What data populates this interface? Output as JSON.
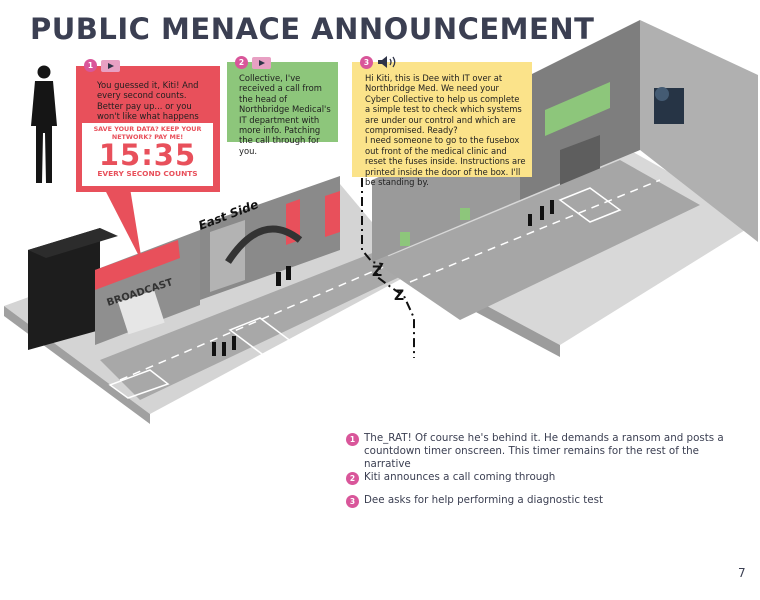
{
  "page": {
    "title": "PUBLIC MENACE ANNOUNCEMENT",
    "page_number": "7"
  },
  "map": {
    "district_label": "East Side",
    "sign_text": "BROADCAST"
  },
  "callouts": [
    {
      "step": "1",
      "media_icon": "play-icon",
      "color": "#e8505b",
      "text": "You guessed it, Kiti! And every second counts. Better pay up... or you won't like what happens next.",
      "ransom": {
        "headline": "SAVE YOUR DATA? KEEP YOUR NETWORK? PAY ME!",
        "timer": "15:35",
        "footer": "EVERY SECOND COUNTS"
      }
    },
    {
      "step": "2",
      "media_icon": "play-icon",
      "color": "#8dc67b",
      "text": "Collective, I've received a call from the head of Northbridge Medical's IT department with more info. Patching the call through for you."
    },
    {
      "step": "3",
      "media_icon": "speaker-icon",
      "color": "#fbe38a",
      "text": "Hi Kiti, this is Dee with IT over at Northbridge Med. We need your Cyber Collective to help us complete a simple test to check which systems are under our control and which are compromised. Ready?\nI need someone to go to the fusebox out front of the medical clinic and reset the fuses inside. Instructions are printed inside the door of the box. I'll be standing by."
    }
  ],
  "notes": [
    {
      "step": "1",
      "text": "The_RAT! Of course he's behind it. He demands a ransom and posts a countdown timer onscreen. This timer remains for the rest of the narrative"
    },
    {
      "step": "2",
      "text": "Kiti announces a call coming through"
    },
    {
      "step": "3",
      "text": "Dee asks for help performing a diagnostic test"
    }
  ],
  "colors": {
    "title": "#3b3f52",
    "step_badge": "#d9569a",
    "callout_red": "#e8505b",
    "callout_green": "#8dc67b",
    "callout_yellow": "#fbe38a"
  }
}
